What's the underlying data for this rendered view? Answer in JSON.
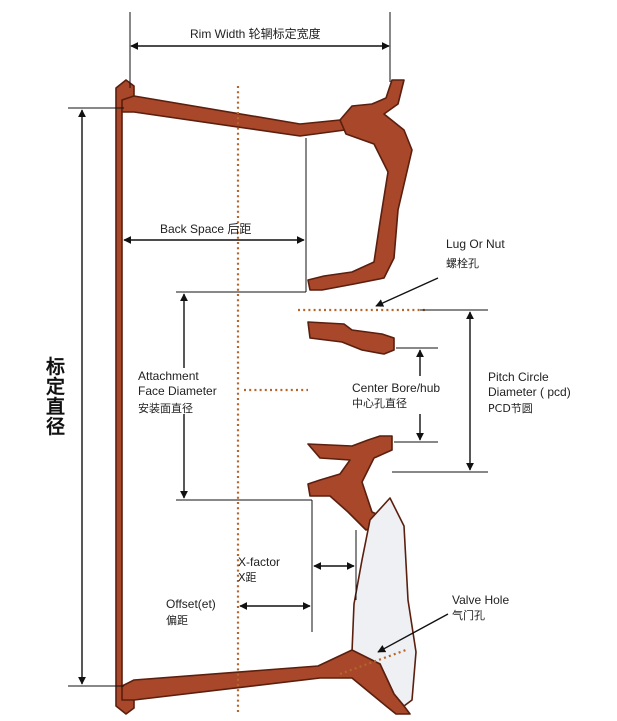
{
  "colors": {
    "wheel_fill": "#a8472a",
    "wheel_outline": "#5a1f0e",
    "centerline": "#b5662c",
    "spoke_highlight": "#eef0f3",
    "dimension_lines": "#111111"
  },
  "labels": {
    "rim_width": "Rim Width 轮辋标定宽度",
    "back_space": "Back Space 后距",
    "lug_nut_en": "Lug Or Nut",
    "lug_nut_cn": "螺栓孔",
    "attachment_l1": "Attachment",
    "attachment_l2": "Face Diameter",
    "attachment_cn": "安装面直径",
    "center_bore_en": "Center Bore/hub",
    "center_bore_cn": "中心孔直径",
    "pitch_l1": "Pitch Circle",
    "pitch_l2": "Diameter ( pcd)",
    "pitch_cn": "PCD节圆",
    "xfactor_en": "X-factor",
    "xfactor_cn": "X距",
    "offset_en": "Offset(et)",
    "offset_cn": "偏距",
    "valve_en": "Valve Hole",
    "valve_cn": "气门孔",
    "nominal_diameter": [
      "标",
      "定",
      "直",
      "径"
    ]
  }
}
